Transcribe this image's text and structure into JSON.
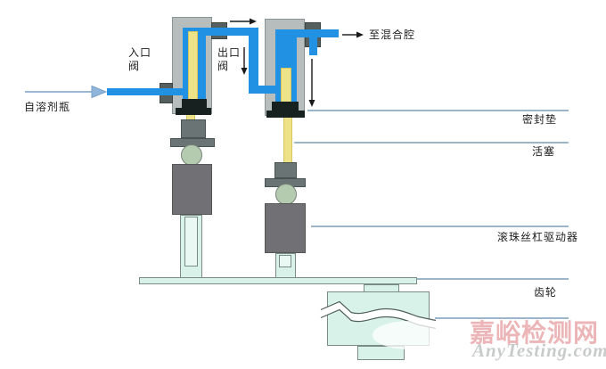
{
  "diagram": {
    "labels": {
      "from_solvent_bottle": "自溶剂瓶",
      "inlet_valve": "入口阀",
      "outlet_valve": "出口阀",
      "to_mixing_chamber": "至混合腔",
      "seal": "密封垫",
      "piston": "活塞",
      "ball_screw_driver": "滚珠丝杠驱动器",
      "gear": "齿轮"
    },
    "watermark": {
      "site_name_cn": "嘉峪检测网",
      "site_name_en": "AnyTesting.com"
    },
    "colors": {
      "tube_blue": "#2191e4",
      "piston_yellow": "#eee289",
      "pump_head_grey": "#b7bdbd",
      "valve_dark_grey": "#55605e",
      "seal_black": "#172220",
      "holder_grey": "#6a7474",
      "driver_grey": "#717175",
      "cam_green": "#b5cbaf",
      "support_mint": "#d8f2ea",
      "leader_line_blue": "#9db5c9",
      "watermark_pink": "#e28f91",
      "watermark_grey": "#9aa0a0"
    }
  }
}
